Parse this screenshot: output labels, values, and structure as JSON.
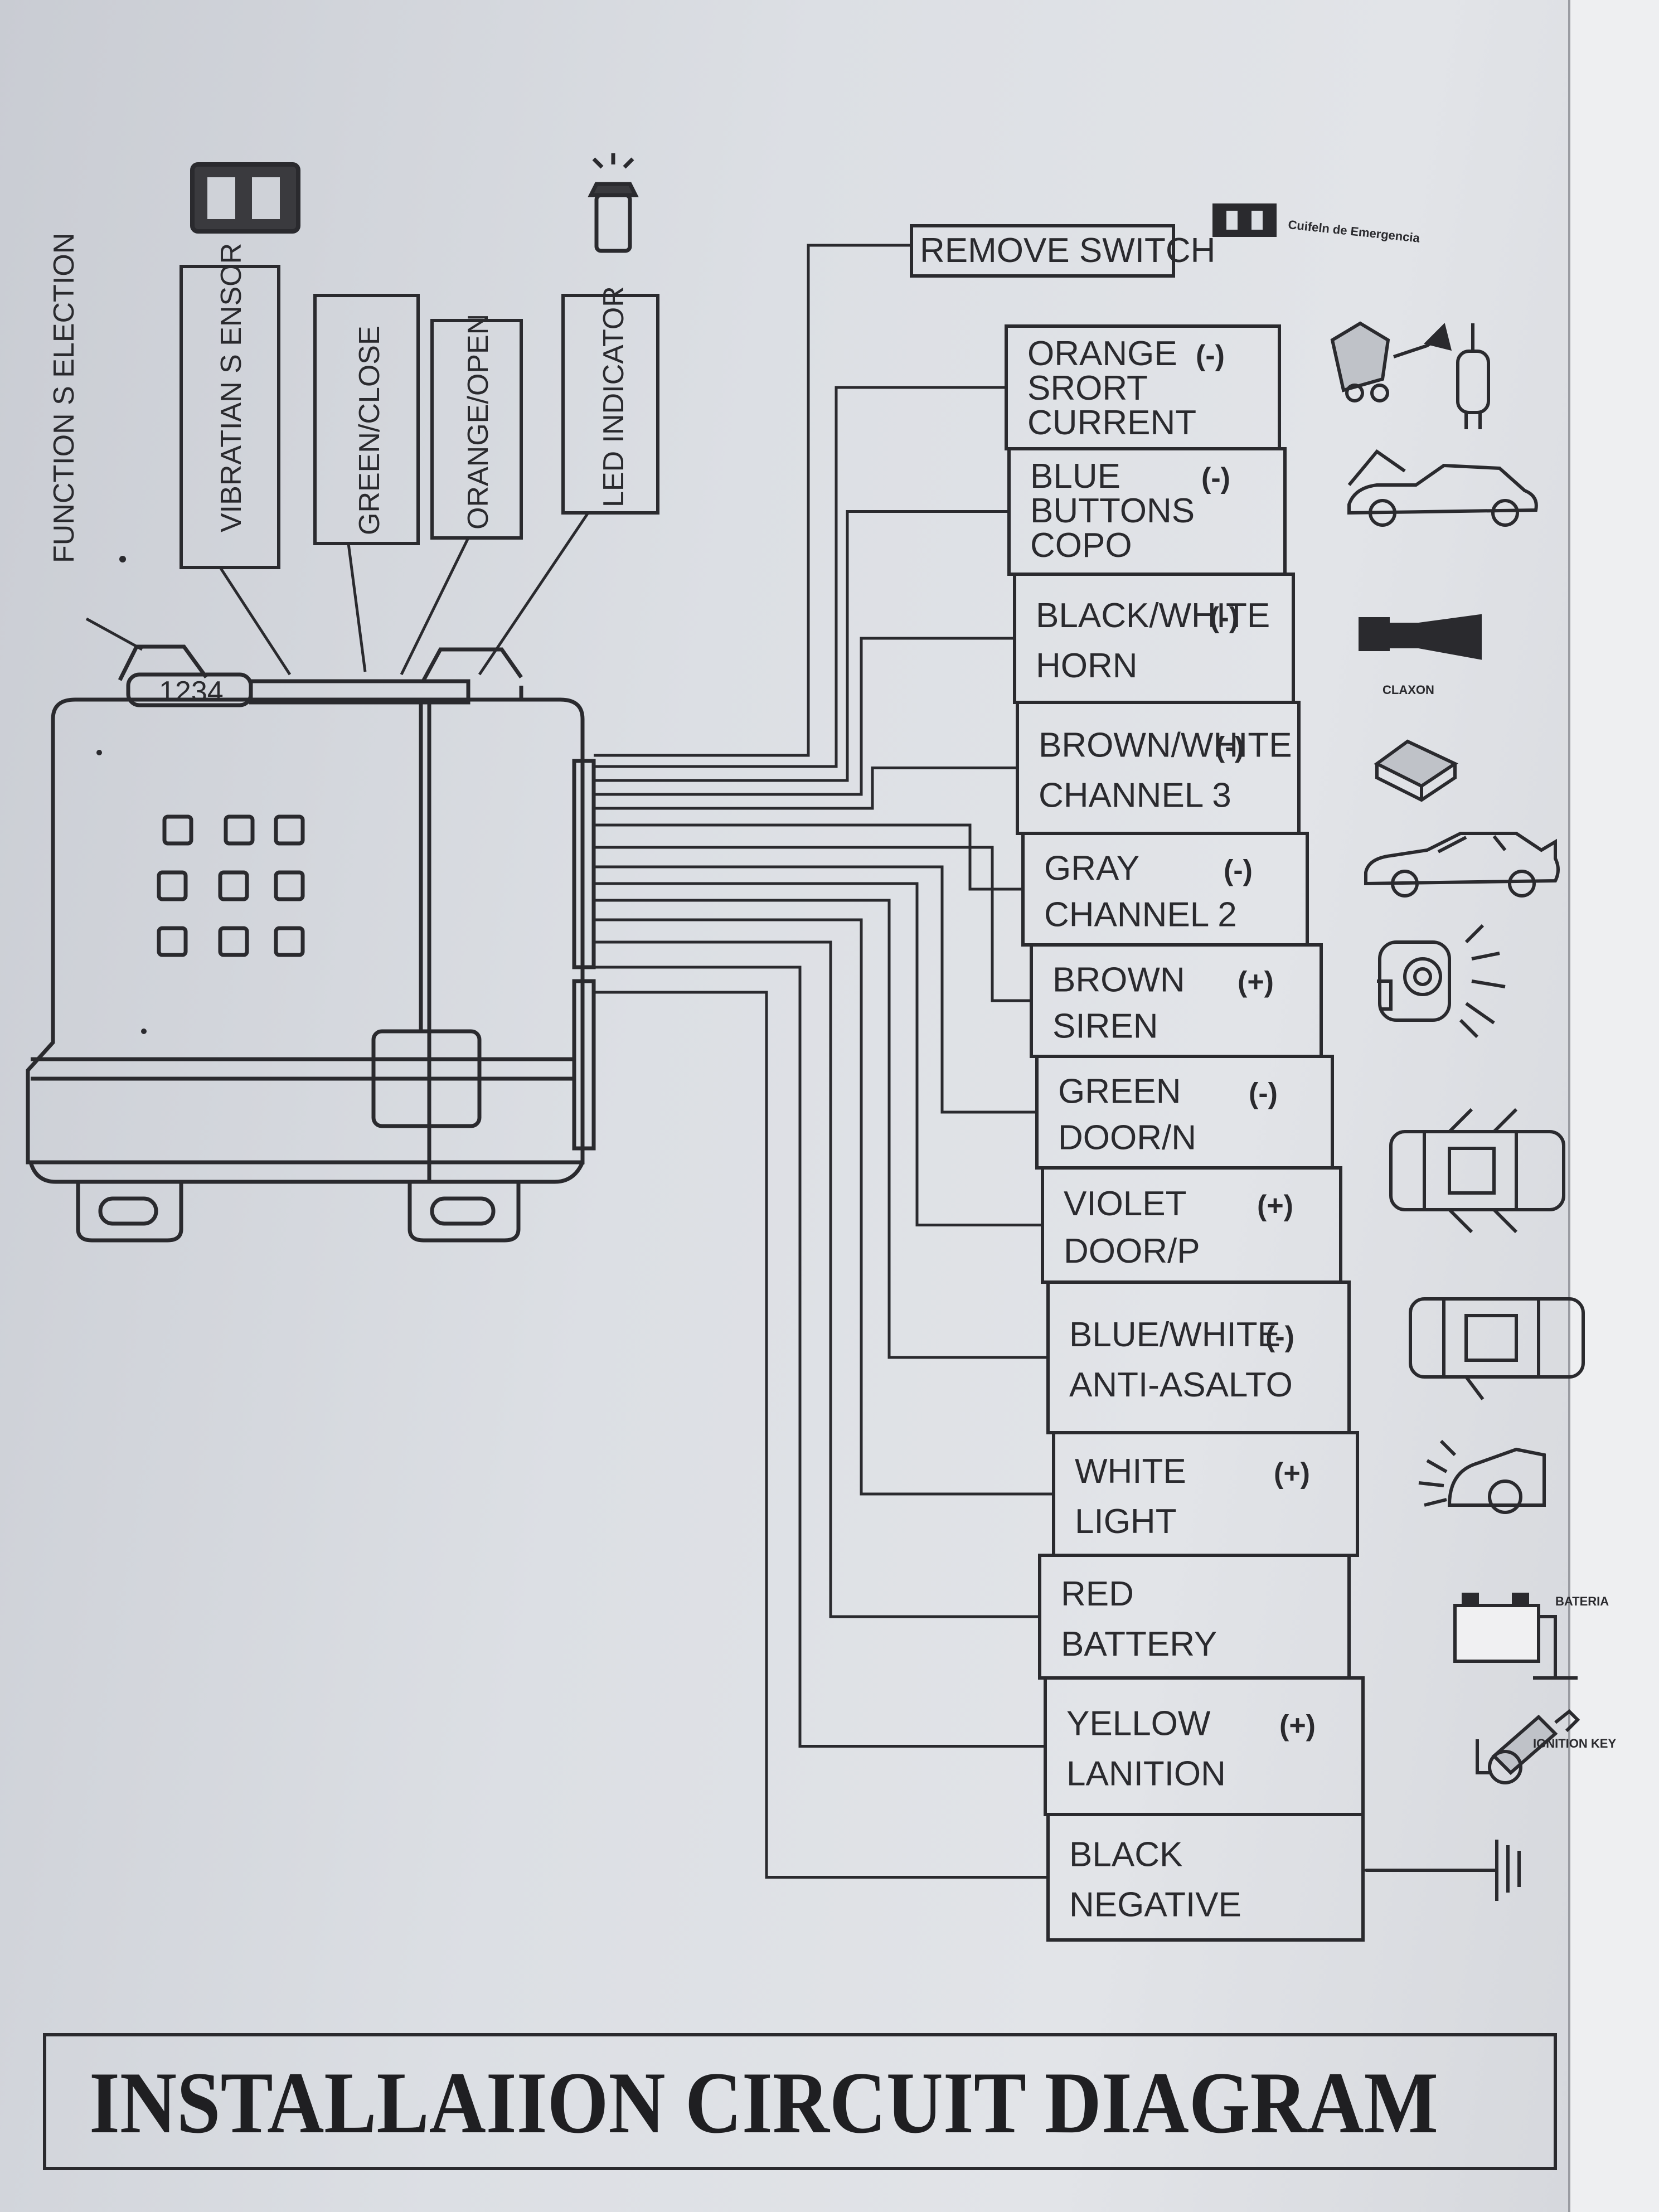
{
  "title": "INSTALLAIION CIRCUIT DIAGRAM",
  "remove_switch": "REMOVE SWITCH",
  "logo_text": "Cuifeln de Emergencia",
  "module": {
    "dip_digits": "1234"
  },
  "top_labels": [
    {
      "id": "function-selection",
      "text": "FUNCTION S ELECTION"
    },
    {
      "id": "vibration-sensor",
      "text": "VIBRATIAN S ENSOR"
    },
    {
      "id": "green-close",
      "text": "GREEN/CLOSE"
    },
    {
      "id": "orange-open",
      "text": "ORANGE/OPEN"
    },
    {
      "id": "led-indicator",
      "text": "LED INDICATOR"
    }
  ],
  "wires": [
    {
      "line1": "ORANGE",
      "line2": "SRORT",
      "line3": "CURRENT",
      "polarity": "(-)",
      "icon": "starter-motor-icon"
    },
    {
      "line1": "BLUE",
      "line2": "BUTTONS",
      "line3": "COPO",
      "polarity": "(-)",
      "icon": "car-hood-icon"
    },
    {
      "line1": "BLACK/WHITE",
      "line2": "HORN",
      "line3": "",
      "polarity": "(-)",
      "icon": "horn-icon",
      "icon_label": "CLAXON"
    },
    {
      "line1": "BROWN/WHITE",
      "line2": "CHANNEL 3",
      "line3": "",
      "polarity": "(-)",
      "icon": "relay-box-icon"
    },
    {
      "line1": "GRAY",
      "line2": "CHANNEL 2",
      "line3": "",
      "polarity": "(-)",
      "icon": "car-trunk-icon"
    },
    {
      "line1": "BROWN",
      "line2": "SIREN",
      "line3": "",
      "polarity": "(+)",
      "icon": "siren-icon"
    },
    {
      "line1": "GREEN",
      "line2": "DOOR/N",
      "line3": "",
      "polarity": "(-)",
      "icon": "car-doors-open-icon"
    },
    {
      "line1": "VIOLET",
      "line2": "DOOR/P",
      "line3": "",
      "polarity": "(+)",
      "icon": "car-door-open-icon"
    },
    {
      "line1": "BLUE/WHITE",
      "line2": "ANTI-ASALTO",
      "line3": "",
      "polarity": "(-)",
      "icon": "anti-assault-icon"
    },
    {
      "line1": "WHITE",
      "line2": "LIGHT",
      "line3": "",
      "polarity": "(+)",
      "icon": "headlight-icon"
    },
    {
      "line1": "RED",
      "line2": "BATTERY",
      "line3": "",
      "polarity": "",
      "icon": "battery-icon",
      "icon_label": "BATERIA"
    },
    {
      "line1": "YELLOW",
      "line2": "LANITION",
      "line3": "",
      "polarity": "(+)",
      "icon": "ignition-key-icon",
      "icon_label": "IGNITION KEY"
    },
    {
      "line1": "BLACK",
      "line2": "NEGATIVE",
      "line3": "",
      "polarity": "",
      "icon": "ground-icon"
    }
  ],
  "colors": {
    "ink": "#2a2a2e",
    "paper": "#e0e2e6"
  }
}
